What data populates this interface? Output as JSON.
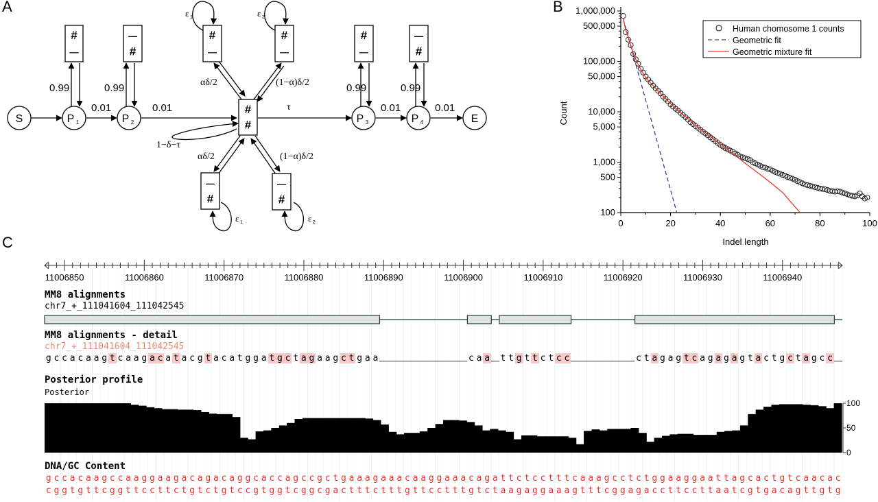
{
  "panels": {
    "a": "A",
    "b": "B",
    "c": "C"
  },
  "diagram": {
    "nodes": {
      "start": "S",
      "p1": "P",
      "p1_sub": "1",
      "p2": "P",
      "p2_sub": "2",
      "p3": "P",
      "p3_sub": "3",
      "p4": "P",
      "p4_sub": "4",
      "end": "E"
    },
    "box_symbols": {
      "hash": "#",
      "dash": "—"
    },
    "labels": {
      "p_loop": "0.99",
      "p_next": "0.01",
      "tau": "τ",
      "self_loop": "1−δ−τ",
      "alpha_delta": "αδ/2",
      "one_minus_alpha_delta": "(1−α)δ/2",
      "eps1": "ε",
      "eps1_sub": "1",
      "eps2": "ε",
      "eps2_sub": "2"
    }
  },
  "chart_data": {
    "type": "scatter",
    "title": "",
    "xlabel": "Indel length",
    "ylabel": "Count",
    "xlim": [
      0,
      100
    ],
    "ylim": [
      100,
      1000000
    ],
    "yscale": "log",
    "xticks": [
      "0",
      "20",
      "40",
      "60",
      "80",
      "100"
    ],
    "yticks": [
      {
        "v": 1000000,
        "label": "1,000,000"
      },
      {
        "v": 500000,
        "label": "500,000"
      },
      {
        "v": 100000,
        "label": "100,000"
      },
      {
        "v": 50000,
        "label": "50,000"
      },
      {
        "v": 10000,
        "label": "10,000"
      },
      {
        "v": 5000,
        "label": "5,000"
      },
      {
        "v": 1000,
        "label": "1,000"
      },
      {
        "v": 500,
        "label": "500"
      },
      {
        "v": 100,
        "label": "100"
      }
    ],
    "legend_position": "top-right",
    "series": [
      {
        "name": "Human chomosome 1 counts",
        "kind": "points",
        "color": "#222222",
        "points": [
          [
            1,
            800000
          ],
          [
            2,
            380000
          ],
          [
            3,
            270000
          ],
          [
            4,
            210000
          ],
          [
            5,
            140000
          ],
          [
            6,
            110000
          ],
          [
            7,
            90000
          ],
          [
            8,
            72000
          ],
          [
            9,
            60000
          ],
          [
            10,
            50000
          ],
          [
            11,
            44000
          ],
          [
            12,
            38000
          ],
          [
            13,
            33000
          ],
          [
            14,
            29000
          ],
          [
            15,
            26000
          ],
          [
            16,
            23000
          ],
          [
            17,
            20000
          ],
          [
            18,
            18000
          ],
          [
            19,
            16000
          ],
          [
            20,
            14000
          ],
          [
            21,
            12700
          ],
          [
            22,
            11500
          ],
          [
            23,
            10500
          ],
          [
            24,
            9500
          ],
          [
            25,
            8600
          ],
          [
            26,
            7800
          ],
          [
            27,
            7000
          ],
          [
            28,
            6200
          ],
          [
            29,
            5700
          ],
          [
            30,
            5200
          ],
          [
            31,
            4800
          ],
          [
            32,
            4400
          ],
          [
            33,
            4000
          ],
          [
            34,
            3700
          ],
          [
            35,
            3400
          ],
          [
            36,
            3100
          ],
          [
            37,
            2850
          ],
          [
            38,
            2600
          ],
          [
            39,
            2400
          ],
          [
            40,
            2200
          ],
          [
            41,
            2050
          ],
          [
            42,
            1900
          ],
          [
            43,
            1800
          ],
          [
            44,
            1700
          ],
          [
            45,
            1600
          ],
          [
            46,
            1500
          ],
          [
            47,
            1400
          ],
          [
            48,
            1300
          ],
          [
            49,
            1250
          ],
          [
            50,
            1200
          ],
          [
            51,
            1150
          ],
          [
            52,
            1100
          ],
          [
            53,
            1000
          ],
          [
            54,
            950
          ],
          [
            55,
            900
          ],
          [
            56,
            850
          ],
          [
            57,
            800
          ],
          [
            58,
            780
          ],
          [
            59,
            740
          ],
          [
            60,
            720
          ],
          [
            61,
            680
          ],
          [
            62,
            640
          ],
          [
            63,
            610
          ],
          [
            64,
            590
          ],
          [
            65,
            560
          ],
          [
            66,
            540
          ],
          [
            67,
            510
          ],
          [
            68,
            490
          ],
          [
            69,
            470
          ],
          [
            70,
            450
          ],
          [
            71,
            420
          ],
          [
            72,
            400
          ],
          [
            73,
            380
          ],
          [
            74,
            360
          ],
          [
            75,
            350
          ],
          [
            76,
            340
          ],
          [
            77,
            330
          ],
          [
            78,
            320
          ],
          [
            79,
            310
          ],
          [
            80,
            300
          ],
          [
            81,
            295
          ],
          [
            82,
            290
          ],
          [
            83,
            280
          ],
          [
            84,
            270
          ],
          [
            85,
            265
          ],
          [
            86,
            260
          ],
          [
            87,
            265
          ],
          [
            88,
            260
          ],
          [
            89,
            250
          ],
          [
            90,
            240
          ],
          [
            91,
            230
          ],
          [
            92,
            220
          ],
          [
            93,
            215
          ],
          [
            94,
            210
          ],
          [
            95,
            220
          ],
          [
            96,
            240
          ],
          [
            97,
            210
          ],
          [
            98,
            190
          ],
          [
            99,
            200
          ]
        ]
      },
      {
        "name": "Geometric fit",
        "kind": "dashed-line",
        "color": "#3a3a9a",
        "points": [
          [
            1,
            700000
          ],
          [
            22.5,
            100
          ]
        ]
      },
      {
        "name": "Geometric mixture fit",
        "kind": "line",
        "color": "#e8392b",
        "points": [
          [
            1,
            700000
          ],
          [
            2,
            420000
          ],
          [
            3,
            300000
          ],
          [
            4,
            210000
          ],
          [
            5,
            150000
          ],
          [
            6,
            110000
          ],
          [
            8,
            70000
          ],
          [
            10,
            48000
          ],
          [
            12,
            37000
          ],
          [
            15,
            26000
          ],
          [
            20,
            14500
          ],
          [
            25,
            8800
          ],
          [
            30,
            5500
          ],
          [
            35,
            3500
          ],
          [
            40,
            2300
          ],
          [
            45,
            1500
          ],
          [
            50,
            950
          ],
          [
            55,
            620
          ],
          [
            60,
            400
          ],
          [
            65,
            250
          ],
          [
            72,
            100
          ]
        ]
      }
    ]
  },
  "browser": {
    "ruler": {
      "labels": [
        "11006850",
        "11006860",
        "11006870",
        "11006880",
        "11006890",
        "11006900",
        "11006910",
        "11006920",
        "11006930",
        "11006940"
      ]
    },
    "mm8": {
      "title": "MM8 alignments",
      "name": "chr7_+_111041604_111042545",
      "blocks": [
        [
          0,
          42
        ],
        [
          53,
          56
        ],
        [
          57,
          66
        ],
        [
          74,
          99
        ]
      ]
    },
    "detail": {
      "title": "MM8 alignments - detail",
      "name": "chr7_+_111041604_111042545",
      "sequence": "gccacaagtcaagacatacgtacatggatgctagaagctgaa-----------caa-ttgttctcc--------ctagagtcagagagtactgctagcc_",
      "highlights": [
        8,
        13,
        14,
        16,
        20,
        28,
        29,
        30,
        32,
        33,
        37,
        38,
        55,
        59,
        61,
        64,
        65,
        76,
        80,
        81,
        84,
        86,
        89,
        93,
        95,
        98
      ]
    },
    "posterior": {
      "title": "Posterior profile",
      "label": "Posterior",
      "axis": [
        "100",
        "50",
        "0"
      ],
      "values": [
        100,
        100,
        100,
        100,
        100,
        100,
        100,
        100,
        100,
        100,
        100,
        97,
        95,
        92,
        90,
        88,
        88,
        87,
        87,
        86,
        82,
        79,
        78,
        78,
        72,
        30,
        27,
        43,
        45,
        50,
        55,
        60,
        68,
        70,
        70,
        70,
        70,
        70,
        70,
        70,
        70,
        69,
        66,
        57,
        42,
        37,
        40,
        40,
        43,
        50,
        58,
        66,
        66,
        65,
        62,
        55,
        45,
        48,
        45,
        42,
        27,
        35,
        35,
        33,
        33,
        33,
        33,
        30,
        17,
        44,
        47,
        45,
        48,
        48,
        48,
        50,
        40,
        22,
        30,
        34,
        37,
        38,
        38,
        36,
        36,
        36,
        42,
        44,
        45,
        55,
        78,
        87,
        93,
        97,
        98,
        98,
        98,
        97,
        96,
        94,
        90,
        100
      ]
    },
    "dna": {
      "title": "DNA/GC Content",
      "top": "gccacaagccaaggaagacagacaggcaccagccgctgaaagaaacaaggaaacagattctcctttcaaagcctctggaaggaattagcactgtcaacac",
      "bottom": "cggtgttcggttccttctgtctgtccgtggtcggcgactttctttgttcctttgtctaagaggaaagtttcggagaccttccttaatcgtgacagttgtg"
    }
  }
}
